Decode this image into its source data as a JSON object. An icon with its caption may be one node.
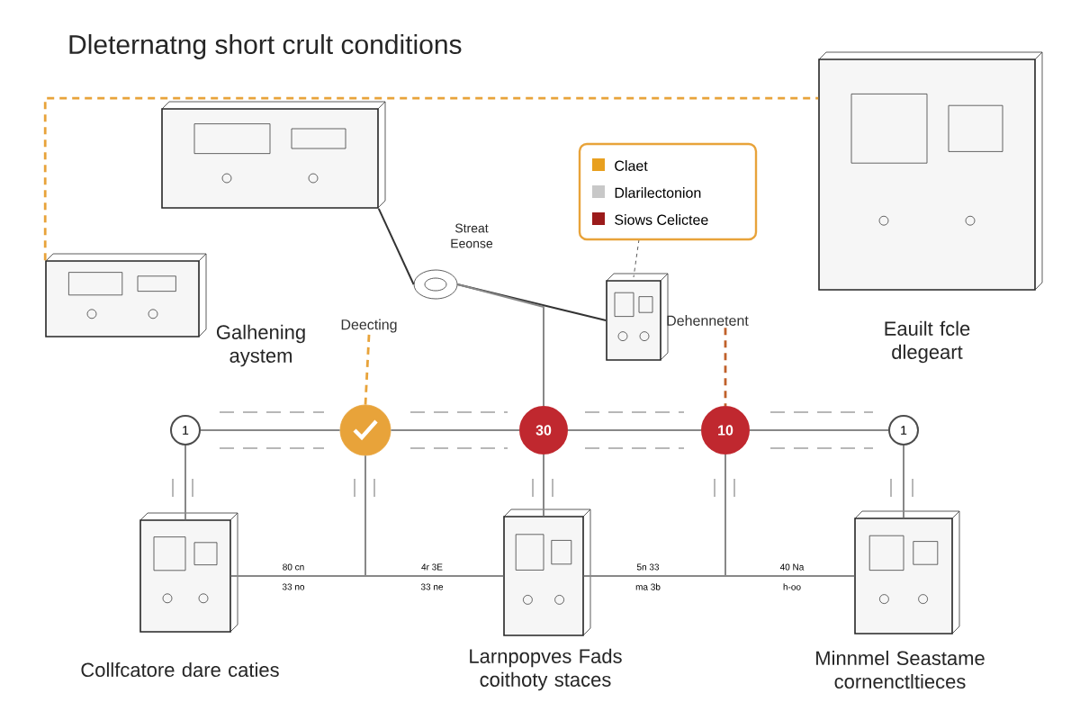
{
  "diagram": {
    "title": "Dleternatng short crult conditions",
    "nodes": [
      {
        "text": [],
        "shape": "picture"
      },
      {
        "text": [],
        "shape": "picture",
        "beside": [
          "Galhening aystem"
        ]
      },
      {
        "text": [],
        "shape": "circle",
        "beside": [
          "Streat Eeonse"
        ]
      },
      {
        "text": [
          "Deecting"
        ]
      },
      {
        "text": [],
        "shape": "picture"
      },
      {
        "text": [
          "Dehennetent"
        ]
      },
      {
        "text": [],
        "shape": "picture",
        "beside": [
          "Eauilt fcle dlegeart"
        ]
      },
      {
        "text": [
          "1"
        ]
      },
      {
        "text": [],
        "shape": "circle"
      },
      {
        "text": [
          "30"
        ]
      },
      {
        "text": [
          "10"
        ]
      },
      {
        "text": [
          "1"
        ]
      },
      {
        "text": [],
        "shape": "picture",
        "beside": [
          "Collfcatore dare caties"
        ]
      },
      {
        "text": [],
        "shape": "picture",
        "beside": [
          "Larnpopves Fads coithoty staces"
        ]
      },
      {
        "text": [],
        "shape": "picture",
        "beside": [
          "Minnmel Seastame cornenctltieces"
        ]
      }
    ],
    "edges": [
      {
        "from": 0,
        "to": 2,
        "arrow": "none",
        "color": "#333333"
      },
      {
        "from": 2,
        "to": 4,
        "arrow": "none",
        "color": "#333333"
      },
      {
        "from": 2,
        "to": 9,
        "arrow": "none"
      },
      {
        "from": 1,
        "to": 6,
        "arrow": "none",
        "style": "dashed",
        "color": "#e8a33a"
      },
      {
        "from": 3,
        "to": 8,
        "arrow": "none",
        "style": "dashed",
        "color": "#e8a33a"
      },
      {
        "from": 5,
        "to": 10,
        "arrow": "none",
        "style": "dashed",
        "color": "#c0602a"
      },
      {
        "from": 7,
        "to": 8,
        "arrow": "none"
      },
      {
        "from": 8,
        "to": 9,
        "arrow": "none"
      },
      {
        "from": 9,
        "to": 10,
        "arrow": "none"
      },
      {
        "from": 10,
        "to": 11,
        "arrow": "none"
      },
      {
        "from": 7,
        "to": 12,
        "arrow": "none"
      },
      {
        "from": 11,
        "to": 14,
        "arrow": "none"
      },
      {
        "from": 9,
        "to": 13,
        "arrow": "none"
      },
      {
        "from": 8,
        "to": 12,
        "arrow": "none"
      },
      {
        "from": 8,
        "to": 13,
        "arrow": "none"
      },
      {
        "from": 10,
        "to": 13,
        "arrow": "none"
      },
      {
        "from": 10,
        "to": 14,
        "arrow": "none"
      }
    ],
    "labels": [
      "80 cn",
      "33 no",
      "4r 3E",
      "33 ne",
      "5n 33",
      "ma 3b",
      "40 Na",
      "h-oo"
    ],
    "legend": [
      {
        "text": "Claet",
        "color": "#e8a020"
      },
      {
        "text": "Dlarilectonion",
        "color": "#c8c8c8"
      },
      {
        "text": "Siows Celictee",
        "color": "#9b1b1b"
      }
    ]
  }
}
